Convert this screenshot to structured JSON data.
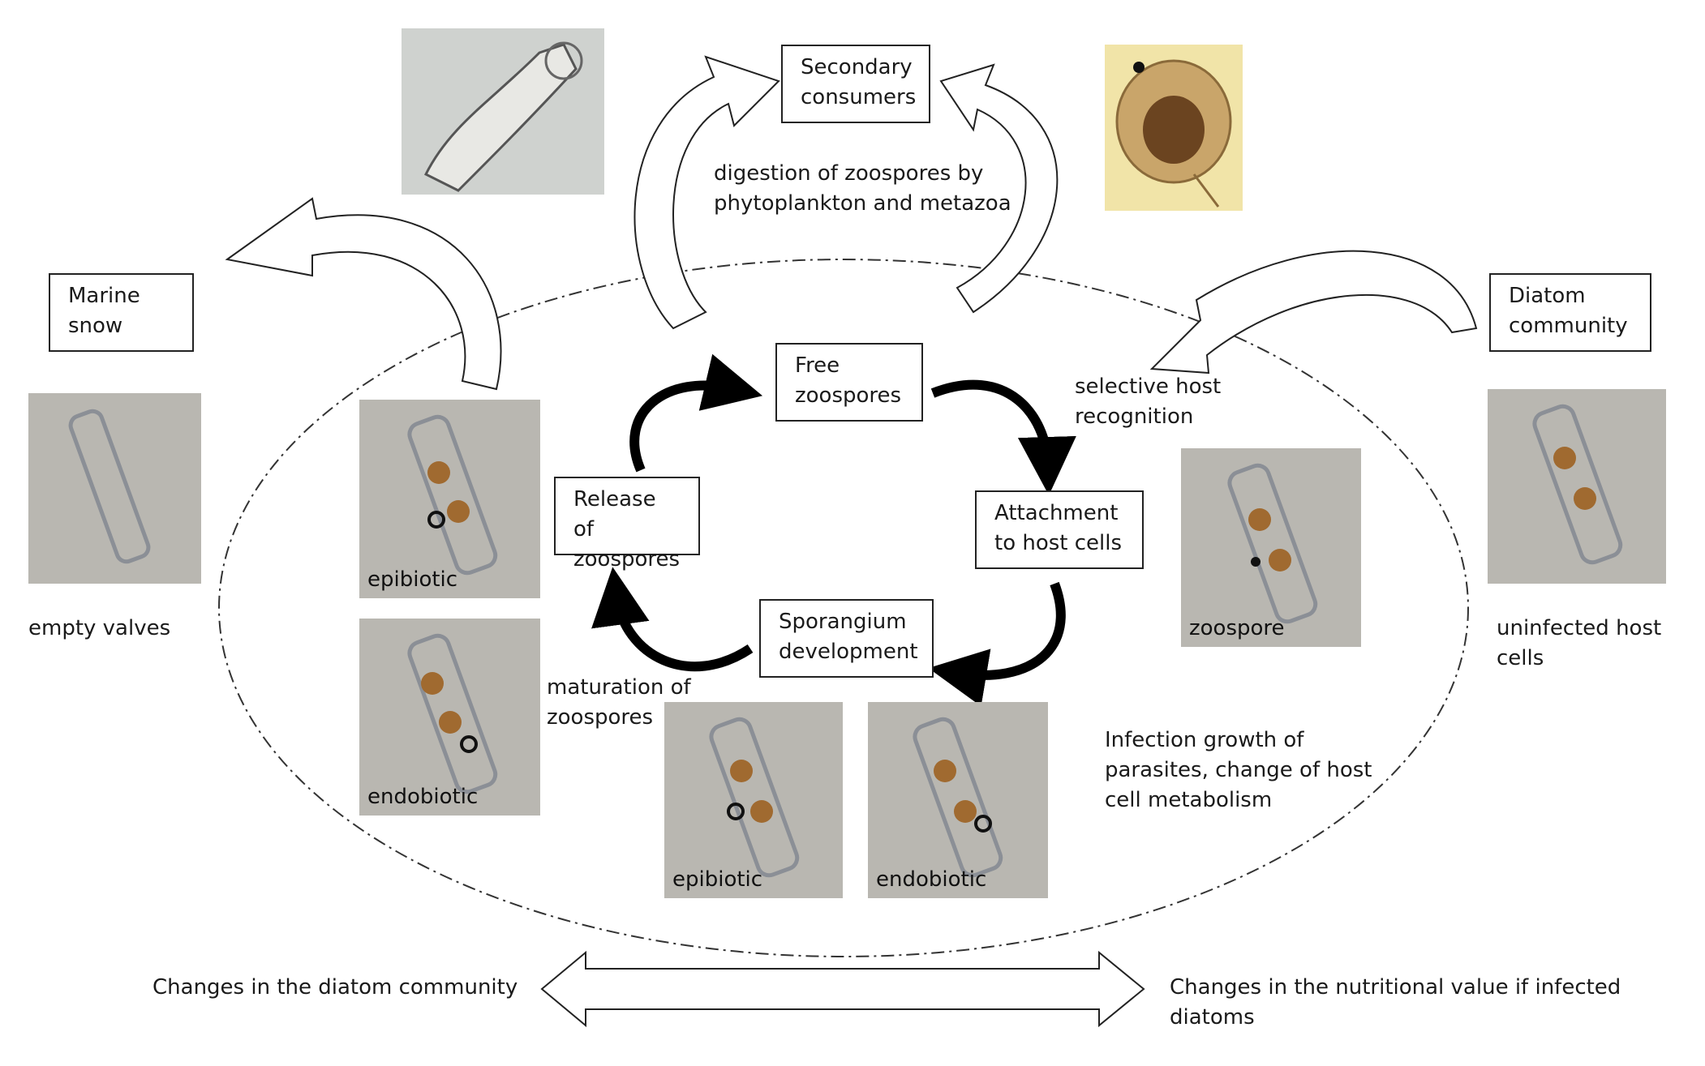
{
  "boxes": {
    "secondary_consumers": "Secondary\nconsumers",
    "marine_snow": "Marine\nsnow",
    "diatom_community": "Diatom\ncommunity",
    "free_zoospores": "Free\nzoospores",
    "release_of_zoospores": "Release of\nzoospores",
    "attachment_to_host_cells": "Attachment\nto host cells",
    "sporangium_development": "Sporangium\ndevelopment"
  },
  "labels": {
    "digestion": "digestion of zoospores by\nphytoplankton  and metazoa",
    "selective_host": "selective host\nrecognition",
    "maturation": "maturation of\nzoospores",
    "infection_growth": "Infection growth of\nparasites, change of host\ncell metabolism",
    "empty_valves": "empty valves",
    "uninfected_host_cells": "uninfected host cells",
    "changes_diatom_community": "Changes in the diatom community",
    "changes_nutritional_value": "Changes in the nutritional value if infected diatoms"
  },
  "photo_captions": {
    "epibiotic_left": "epibiotic",
    "endobiotic_left": "endobiotic",
    "zoospore": "zoospore",
    "epibiotic_bottom": "epibiotic",
    "endobiotic_bottom": "endobiotic"
  }
}
